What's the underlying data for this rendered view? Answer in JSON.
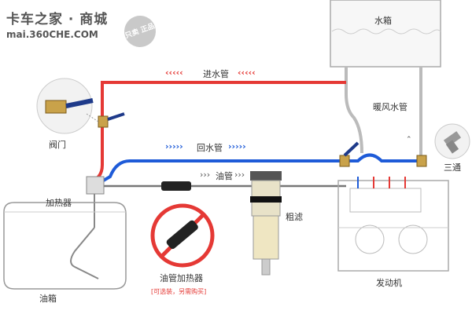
{
  "logo": {
    "brand": "卡车之家 · 商城",
    "url": "mai.360CHE.COM",
    "seal": "只卖 正品"
  },
  "labels": {
    "water_tank": "水箱",
    "water_in": "进水管",
    "water_in_arrows": "‹‹‹‹‹",
    "water_return": "回水管",
    "water_return_arrows": "›››››",
    "heater_pipe": "暖风水管",
    "tee": "三通",
    "valve": "阀门",
    "heater": "加热器",
    "fuel_pipe": "油管",
    "fuel_pipe_arrows": "›››",
    "coarse_filter": "粗滤",
    "fuel_tank": "油箱",
    "fuel_pipe_heater": "油管加热器",
    "fuel_pipe_heater_note": "[可选装，另需购买]",
    "engine": "发动机"
  },
  "colors": {
    "hot_pipe": "#e53935",
    "return_pipe": "#1e5bd8",
    "fuel_pipe": "#777777",
    "arrow_red": "#e53935",
    "arrow_blue": "#1e5bd8"
  }
}
